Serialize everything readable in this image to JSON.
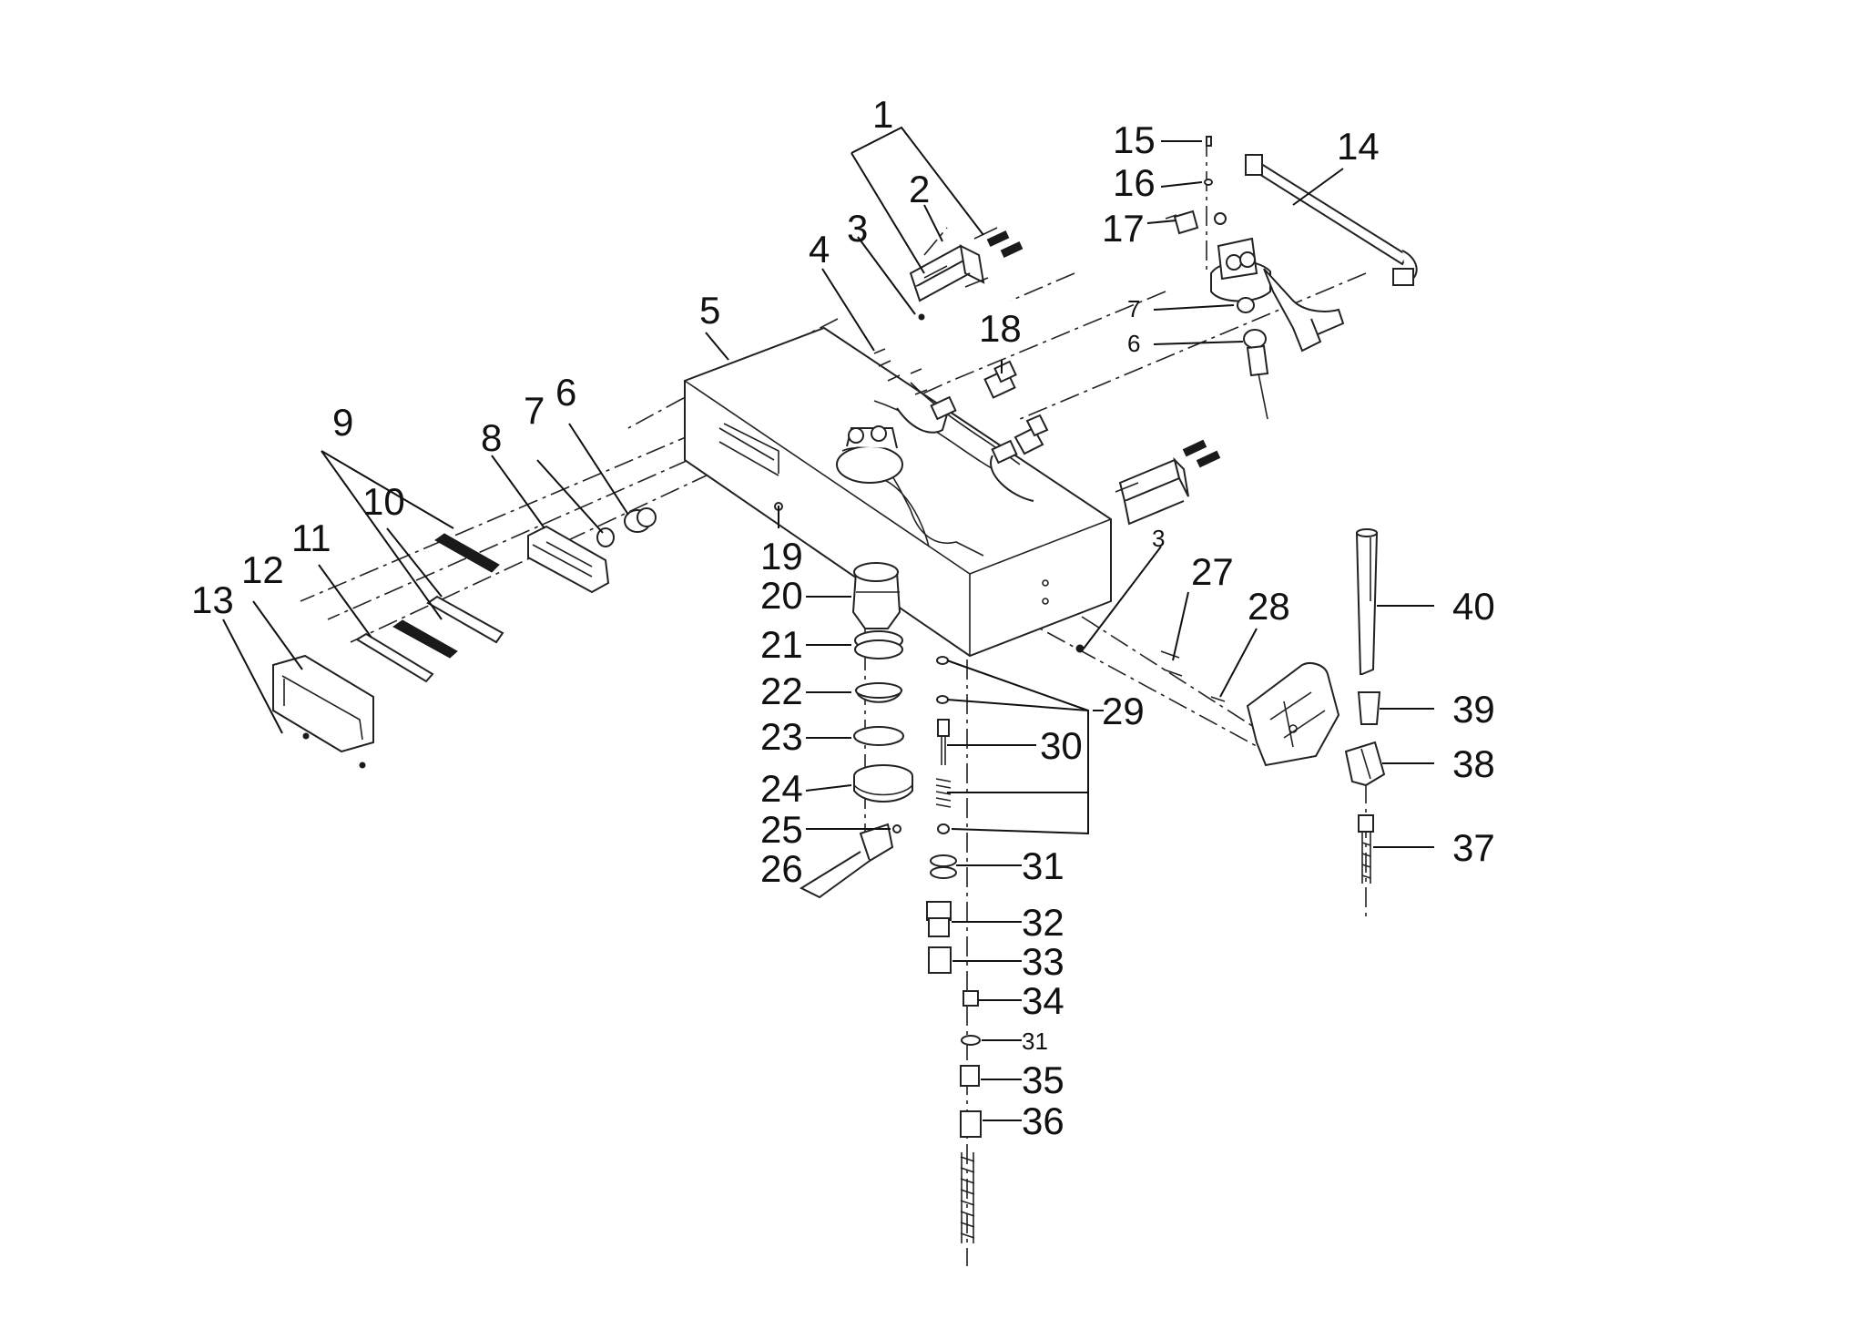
{
  "diagram": {
    "callouts": {
      "n1": "1",
      "n2": "2",
      "n3a": "3",
      "n3b": "3",
      "n4": "4",
      "n5": "5",
      "n6a": "6",
      "n6b": "6",
      "n7a": "7",
      "n7b": "7",
      "n8": "8",
      "n9": "9",
      "n10": "10",
      "n11": "11",
      "n12": "12",
      "n13": "13",
      "n14": "14",
      "n15": "15",
      "n16": "16",
      "n17": "17",
      "n18": "18",
      "n19": "19",
      "n20": "20",
      "n21": "21",
      "n22": "22",
      "n23": "23",
      "n24": "24",
      "n25": "25",
      "n26": "26",
      "n27": "27",
      "n28": "28",
      "n29": "29",
      "n30": "30",
      "n31a": "31",
      "n31b": "31",
      "n32": "32",
      "n33": "33",
      "n34": "34",
      "n35": "35",
      "n36": "36",
      "n37": "37",
      "n38": "38",
      "n39": "39",
      "n40": "40"
    }
  }
}
